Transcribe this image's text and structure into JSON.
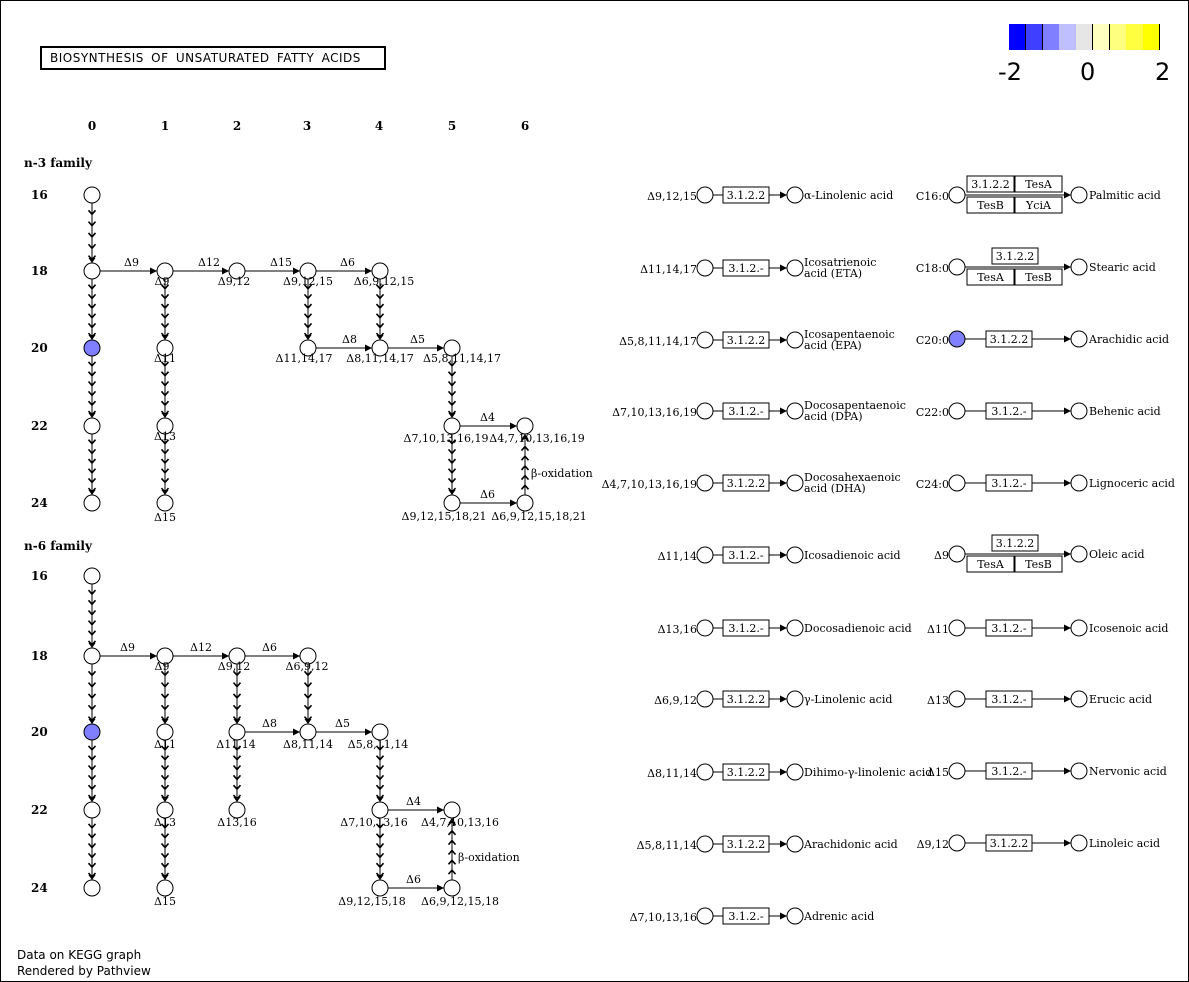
{
  "title": "BIOSYNTHESIS OF UNSATURATED FATTY ACIDS",
  "legend": {
    "colors": [
      "#0000ff",
      "#3f3fff",
      "#7f7fff",
      "#bfbfff",
      "#e6e6e6",
      "#ffffbf",
      "#ffff7f",
      "#ffff3f",
      "#ffff00"
    ],
    "labels": [
      "-2",
      "0",
      "2"
    ]
  },
  "columns": [
    "0",
    "1",
    "2",
    "3",
    "4",
    "5",
    "6"
  ],
  "families": {
    "n3": {
      "label": "n-3 family",
      "rows": [
        "16",
        "18",
        "20",
        "22",
        "24"
      ],
      "nodes": [
        "Δ9",
        "Δ9,12",
        "Δ9,12,15",
        "Δ6,9,12,15",
        "Δ11",
        "Δ11,14,17",
        "Δ8,11,14,17",
        "Δ5,8,11,14,17",
        "Δ13",
        "Δ7,10,13,16,19",
        "Δ4,7,10,13,16,19",
        "Δ15",
        "Δ9,12,15,18,21",
        "Δ6,9,12,15,18,21"
      ],
      "edges": [
        "Δ9",
        "Δ12",
        "Δ15",
        "Δ6",
        "Δ8",
        "Δ5",
        "Δ4",
        "Δ6"
      ],
      "beta": "β-oxidation"
    },
    "n6": {
      "label": "n-6 family",
      "rows": [
        "16",
        "18",
        "20",
        "22",
        "24"
      ],
      "nodes": [
        "Δ9",
        "Δ9,12",
        "Δ6,9,12",
        "Δ11",
        "Δ11,14",
        "Δ8,11,14",
        "Δ5,8,11,14",
        "Δ13",
        "Δ13,16",
        "Δ7,10,13,16",
        "Δ4,7,10,13,16",
        "Δ15",
        "Δ9,12,15,18",
        "Δ6,9,12,15,18"
      ],
      "edges": [
        "Δ9",
        "Δ12",
        "Δ6",
        "Δ8",
        "Δ5",
        "Δ4",
        "Δ6"
      ],
      "beta": "β-oxidation"
    }
  },
  "highlight_color": "#7f7fff",
  "reactions_left": [
    {
      "sub": "Δ9,12,15",
      "enzyme": "3.1.2.2",
      "product": [
        "α-Linolenic acid"
      ]
    },
    {
      "sub": "Δ11,14,17",
      "enzyme": "3.1.2.-",
      "product": [
        "Icosatrienoic",
        "acid (ETA)"
      ]
    },
    {
      "sub": "Δ5,8,11,14,17",
      "enzyme": "3.1.2.2",
      "product": [
        "Icosapentaenoic",
        "acid (EPA)"
      ]
    },
    {
      "sub": "Δ7,10,13,16,19",
      "enzyme": "3.1.2.-",
      "product": [
        "Docosapentaenoic",
        "acid (DPA)"
      ]
    },
    {
      "sub": "Δ4,7,10,13,16,19",
      "enzyme": "3.1.2.2",
      "product": [
        "Docosahexaenoic",
        "acid (DHA)"
      ]
    },
    {
      "sub": "Δ11,14",
      "enzyme": "3.1.2.-",
      "product": [
        "Icosadienoic acid"
      ]
    },
    {
      "sub": "Δ13,16",
      "enzyme": "3.1.2.-",
      "product": [
        "Docosadienoic acid"
      ]
    },
    {
      "sub": "Δ6,9,12",
      "enzyme": "3.1.2.2",
      "product": [
        "γ-Linolenic acid"
      ]
    },
    {
      "sub": "Δ8,11,14",
      "enzyme": "3.1.2.2",
      "product": [
        "Dihimo-γ-linolenic acid"
      ]
    },
    {
      "sub": "Δ5,8,11,14",
      "enzyme": "3.1.2.2",
      "product": [
        "Arachidonic acid"
      ]
    },
    {
      "sub": "Δ7,10,13,16",
      "enzyme": "3.1.2.-",
      "product": [
        "Adrenic acid"
      ]
    }
  ],
  "reactions_right": [
    {
      "sub": "C16:0",
      "enzymes": [
        "3.1.2.2",
        "TesA",
        "TesB",
        "YciA"
      ],
      "product": "Palmitic acid"
    },
    {
      "sub": "C18:0",
      "enzymes": [
        "3.1.2.2",
        "TesA",
        "TesB"
      ],
      "product": "Stearic acid"
    },
    {
      "sub": "C20:0",
      "enzymes": [
        "3.1.2.2"
      ],
      "product": "Arachidic acid",
      "highlight": true
    },
    {
      "sub": "C22:0",
      "enzymes": [
        "3.1.2.-"
      ],
      "product": "Behenic acid"
    },
    {
      "sub": "C24:0",
      "enzymes": [
        "3.1.2.-"
      ],
      "product": "Lignoceric acid"
    },
    {
      "sub": "Δ9",
      "enzymes": [
        "3.1.2.2",
        "TesA",
        "TesB"
      ],
      "product": "Oleic acid"
    },
    {
      "sub": "Δ11",
      "enzymes": [
        "3.1.2.-"
      ],
      "product": "Icosenoic acid"
    },
    {
      "sub": "Δ13",
      "enzymes": [
        "3.1.2.-"
      ],
      "product": "Erucic acid"
    },
    {
      "sub": "Δ15",
      "enzymes": [
        "3.1.2.-"
      ],
      "product": "Nervonic acid"
    },
    {
      "sub": "Δ9,12",
      "enzymes": [
        "3.1.2.2"
      ],
      "product": "Linoleic acid"
    }
  ],
  "footer": {
    "line1": "Data on KEGG graph",
    "line2": "Rendered by Pathview"
  }
}
